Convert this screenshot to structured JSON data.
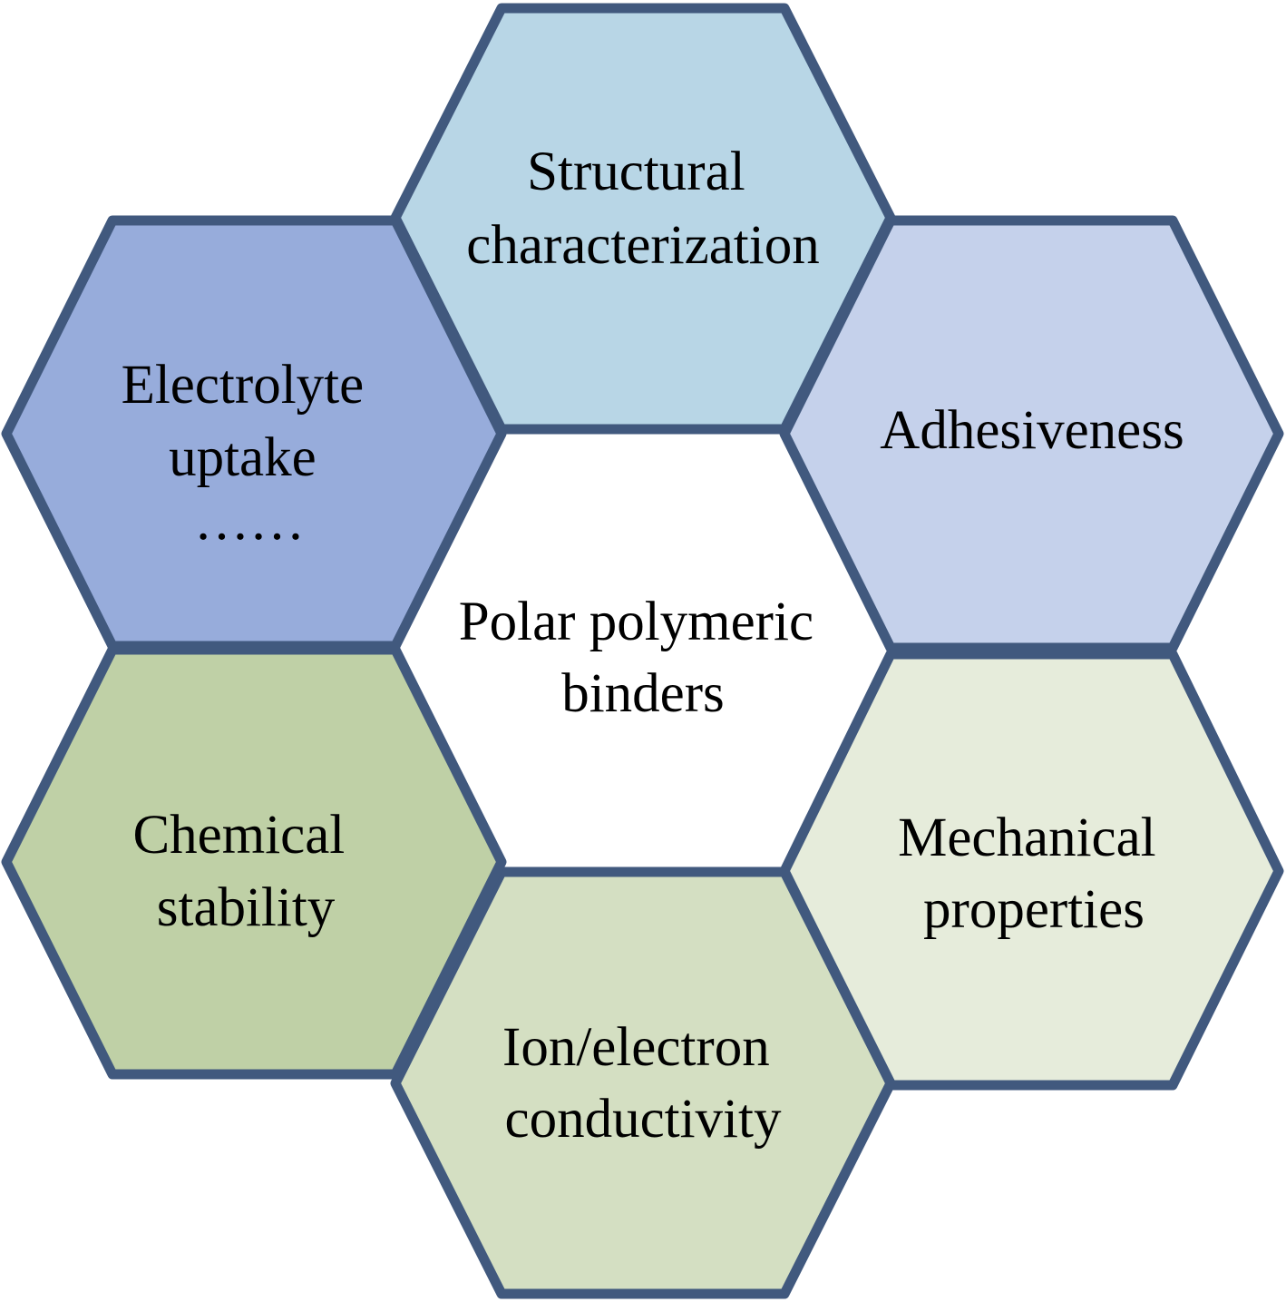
{
  "diagram": {
    "center": {
      "lines": [
        "Polar polymeric",
        "binders"
      ],
      "fill": "#ffffff"
    },
    "hexagons": [
      {
        "id": "structural-characterization",
        "lines": [
          "Structural",
          "characterization"
        ],
        "fill": "#b8d6e6"
      },
      {
        "id": "adhesiveness",
        "lines": [
          "Adhesiveness"
        ],
        "fill": "#c5d1eb"
      },
      {
        "id": "mechanical-properties",
        "lines": [
          "Mechanical",
          "properties"
        ],
        "fill": "#e6ecdb"
      },
      {
        "id": "ion-electron-conductivity",
        "lines": [
          "Ion/electron",
          "conductivity"
        ],
        "fill": "#d4dfc2"
      },
      {
        "id": "chemical-stability",
        "lines": [
          "Chemical",
          "stability"
        ],
        "fill": "#bfd0a6"
      },
      {
        "id": "electrolyte-uptake",
        "lines": [
          "Electrolyte",
          "uptake",
          "……"
        ],
        "fill": "#97acdb"
      }
    ],
    "stroke_color": "#41597e"
  }
}
